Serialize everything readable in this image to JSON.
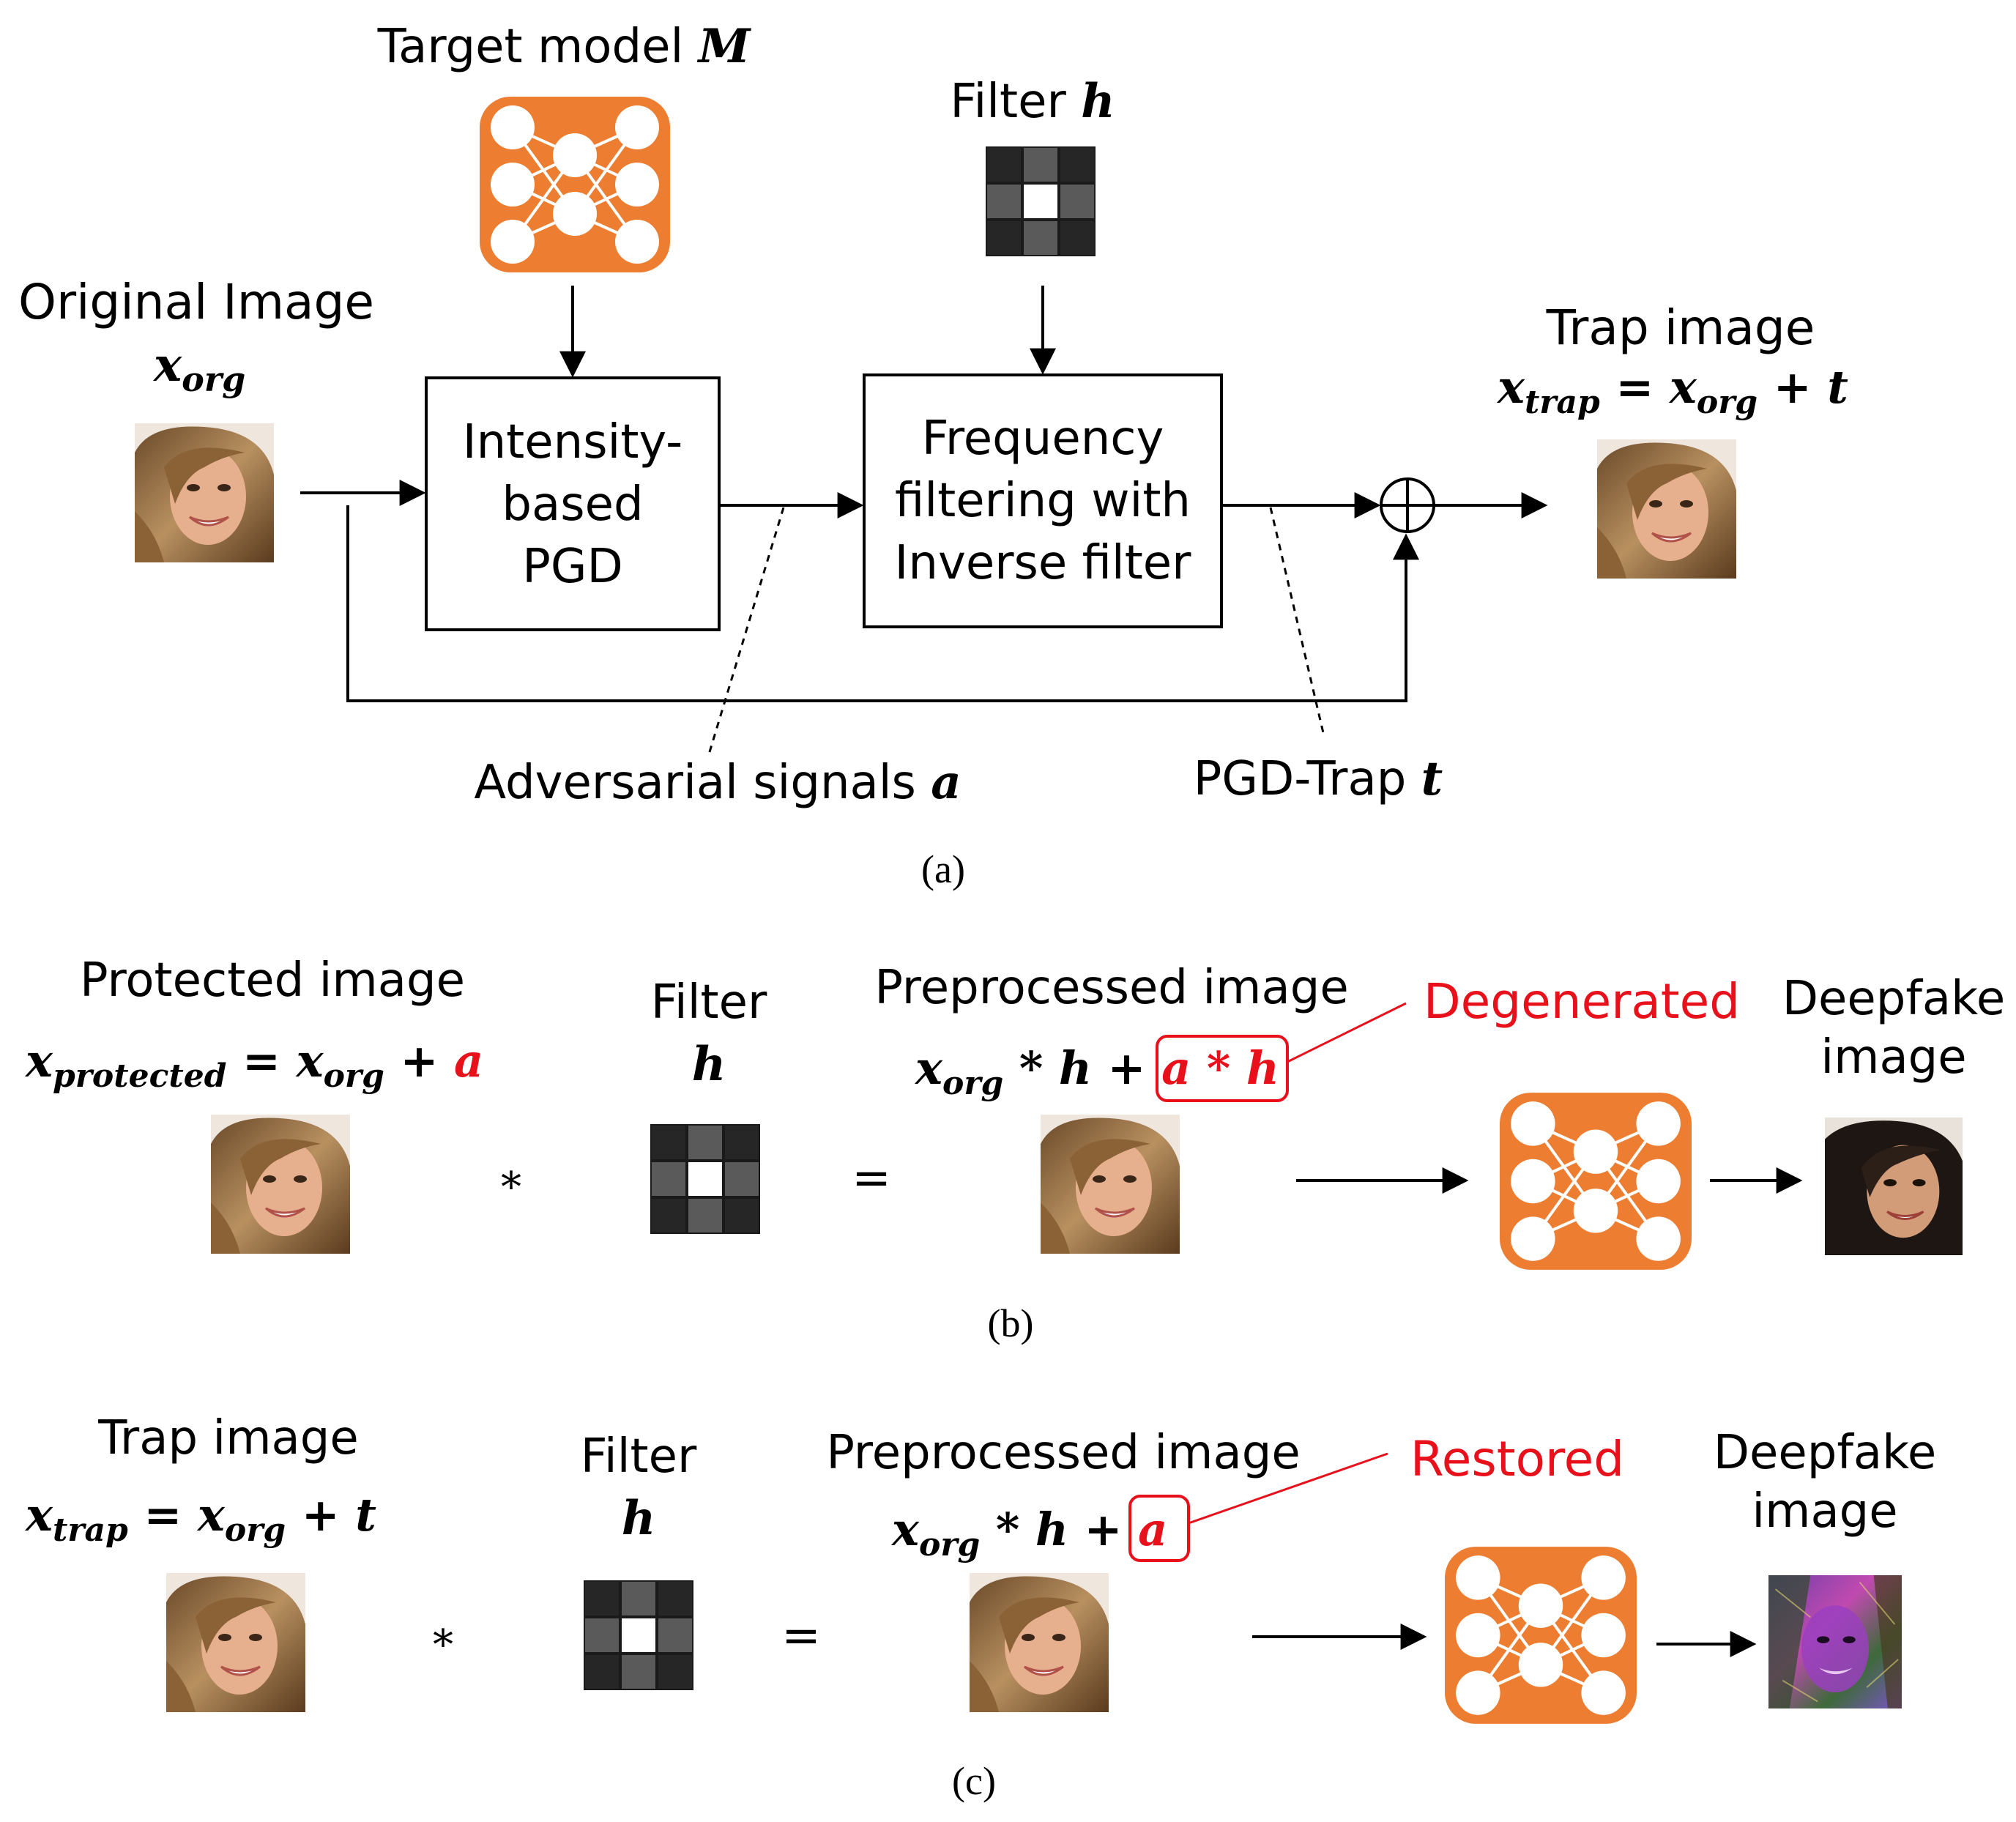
{
  "panel_a": {
    "target_model_label": "Target model ",
    "target_model_symbol": "M",
    "filter_label": "Filter ",
    "filter_symbol": "h",
    "original_image_label": "Original Image",
    "original_image_symbol": "x",
    "original_image_sub": "org",
    "box1_lines": [
      "Intensity-",
      "based",
      "PGD"
    ],
    "box2_lines": [
      "Frequency",
      "filtering with",
      "Inverse filter"
    ],
    "trap_image_label": "Trap image",
    "trap_formula": {
      "x": "x",
      "sub": "trap",
      "eq": " = ",
      "x2": "x",
      "sub2": "org",
      "plus": " + ",
      "t": "t"
    },
    "adv_signals_label": "Adversarial signals ",
    "adv_signals_symbol": "a",
    "pgd_trap_label": "PGD-Trap ",
    "pgd_trap_symbol": "t",
    "caption": "(a)"
  },
  "panel_b": {
    "protected_label": "Protected image",
    "protected_formula": {
      "x": "x",
      "sub": "protected",
      "eq": " = ",
      "x2": "x",
      "sub2": "org",
      "plus": " + ",
      "a": "a"
    },
    "conv_op": "*",
    "filter_label": "Filter",
    "filter_symbol": "h",
    "equals": "=",
    "preprocessed_label": "Preprocessed image",
    "pre_formula": {
      "x": "x",
      "sub": "org",
      "mid": " * h + ",
      "boxed": "a * h"
    },
    "status": "Degenerated",
    "deepfake_lines": [
      "Deepfake",
      "image"
    ],
    "caption": "(b)"
  },
  "panel_c": {
    "trap_label": "Trap image",
    "trap_formula": {
      "x": "x",
      "sub": "trap",
      "eq": " = ",
      "x2": "x",
      "sub2": "org",
      "plus": " + ",
      "t": "t"
    },
    "conv_op": "*",
    "filter_label": "Filter",
    "filter_symbol": "h",
    "equals": "=",
    "preprocessed_label": "Preprocessed image",
    "pre_formula": {
      "x": "x",
      "sub": "org",
      "mid": " * h + ",
      "boxed": "a"
    },
    "status": "Restored",
    "deepfake_lines": [
      "Deepfake",
      "image"
    ],
    "caption": "(c)"
  },
  "colors": {
    "network_orange": "#ED7D31",
    "highlight_red": "#E8101A",
    "stroke": "#000000"
  },
  "icons": [
    "neural-network-icon",
    "filter-kernel-icon",
    "face-photo",
    "sum-junction-icon"
  ]
}
